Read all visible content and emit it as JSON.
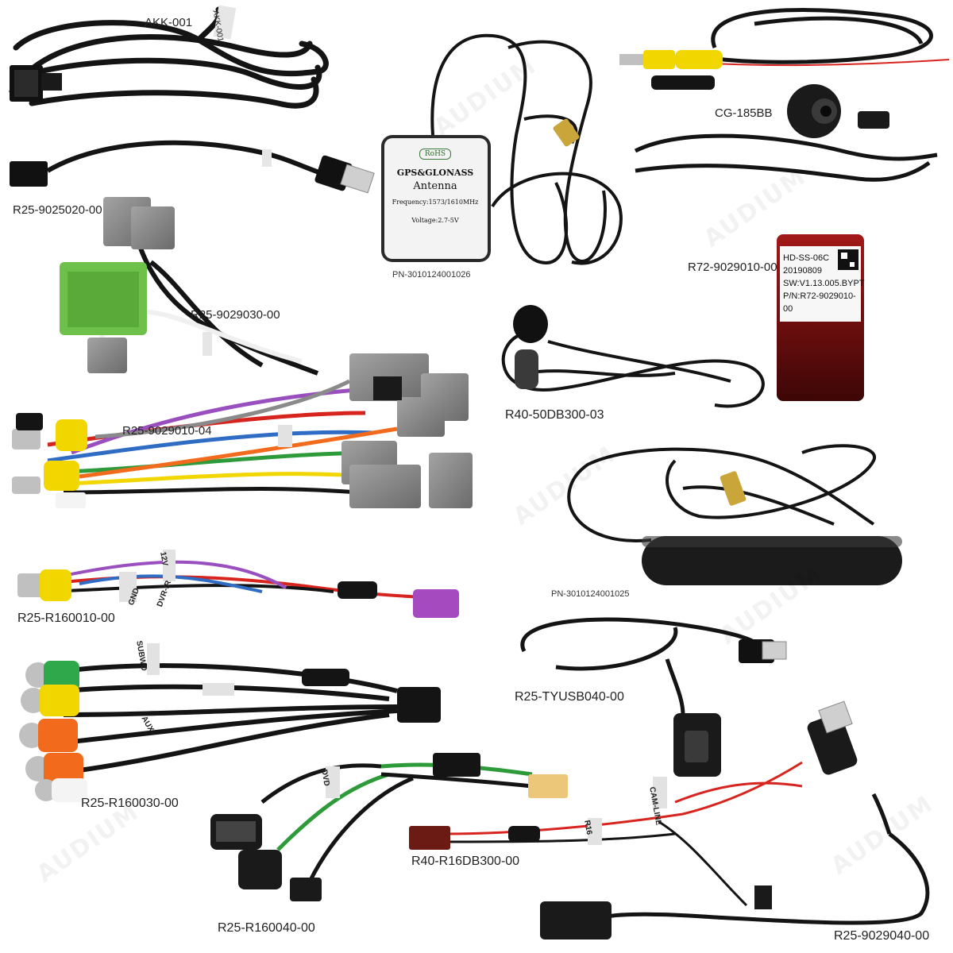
{
  "watermark": "AUDIUM",
  "labels": {
    "akk": "AKK-001",
    "usb_short": "R25-9025020-00",
    "gps_pn": "PN-3010124001026",
    "camera": "CG-185BB",
    "canbus": "R72-9029010-00",
    "adapter_30": "R25-9029030-00",
    "mic": "R40-50DB300-03",
    "main_harness": "R25-9029010-04",
    "dab_pn": "PN-3010124001025",
    "r160010": "R25-R160010-00",
    "tyusb": "R25-TYUSB040-00",
    "r160030": "R25-R160030-00",
    "r16db": "R40-R16DB300-00",
    "r160040": "R25-R160040-00",
    "usb_ext": "R25-9029040-00"
  },
  "gps_antenna": {
    "badge": "RoHS",
    "title": "GPS&GLONASS",
    "subtitle": "Antenna",
    "frequency": "Frequency:1573/1610MHz",
    "voltage": "Voltage:2.7-5V"
  },
  "canbus_box": {
    "model": "HD-SS-06C",
    "date": "20190809",
    "sw": "SW:V1.13.005.BYPT",
    "pn": "P/N:R72-9029010-00"
  },
  "tags": {
    "akk_tag": "AKK-001",
    "gnd": "GND",
    "dvr_ir": "DVR-IR",
    "v12": "12V",
    "subwo": "SUBWO",
    "aux": "AUX-",
    "dvd": "DVD",
    "cam_line": "CAM-LINE",
    "r16": "R16"
  },
  "colors": {
    "cable": "#141414",
    "grey_plug": "#8a8a8a",
    "green_plug": "#6dc04a",
    "yellow_rca": "#f2d600",
    "orange_rca": "#f26a1b",
    "red_rca": "#d8241f",
    "white_rca": "#f4f4f4",
    "purple_plug": "#a64bbf",
    "maroon_box": "#6b0c0c",
    "gold": "#c9a53a",
    "tan_plug": "#ecc77a"
  }
}
